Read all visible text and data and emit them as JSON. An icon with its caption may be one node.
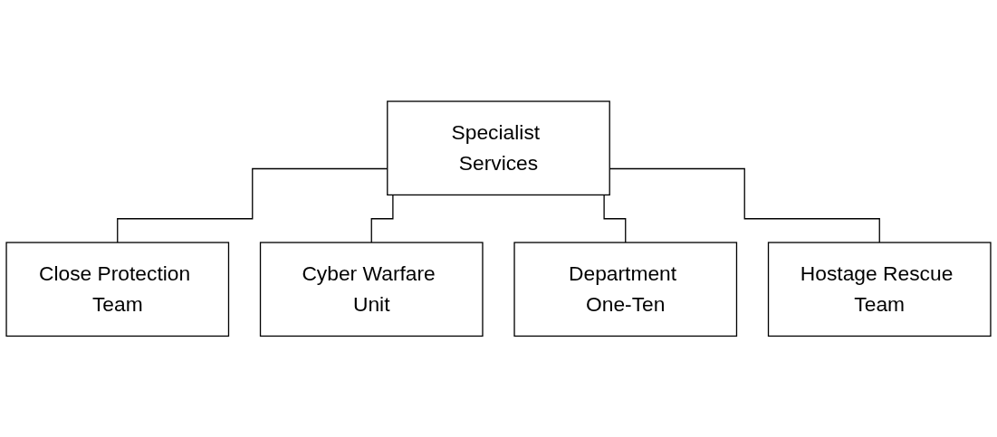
{
  "diagram": {
    "nodes": [
      {
        "text": [
          "Specialist Services"
        ]
      },
      {
        "text": [
          "Close Protection Team"
        ]
      },
      {
        "text": [
          "Cyber Warfare Unit"
        ]
      },
      {
        "text": [
          "Department One-Ten"
        ]
      },
      {
        "text": [
          "Hostage Rescue Team"
        ]
      }
    ],
    "edges": [
      {
        "from": 0,
        "to": 1,
        "arrow": "none"
      },
      {
        "from": 0,
        "to": 2,
        "arrow": "none"
      },
      {
        "from": 0,
        "to": 3,
        "arrow": "none"
      },
      {
        "from": 0,
        "to": 4,
        "arrow": "none"
      }
    ]
  }
}
